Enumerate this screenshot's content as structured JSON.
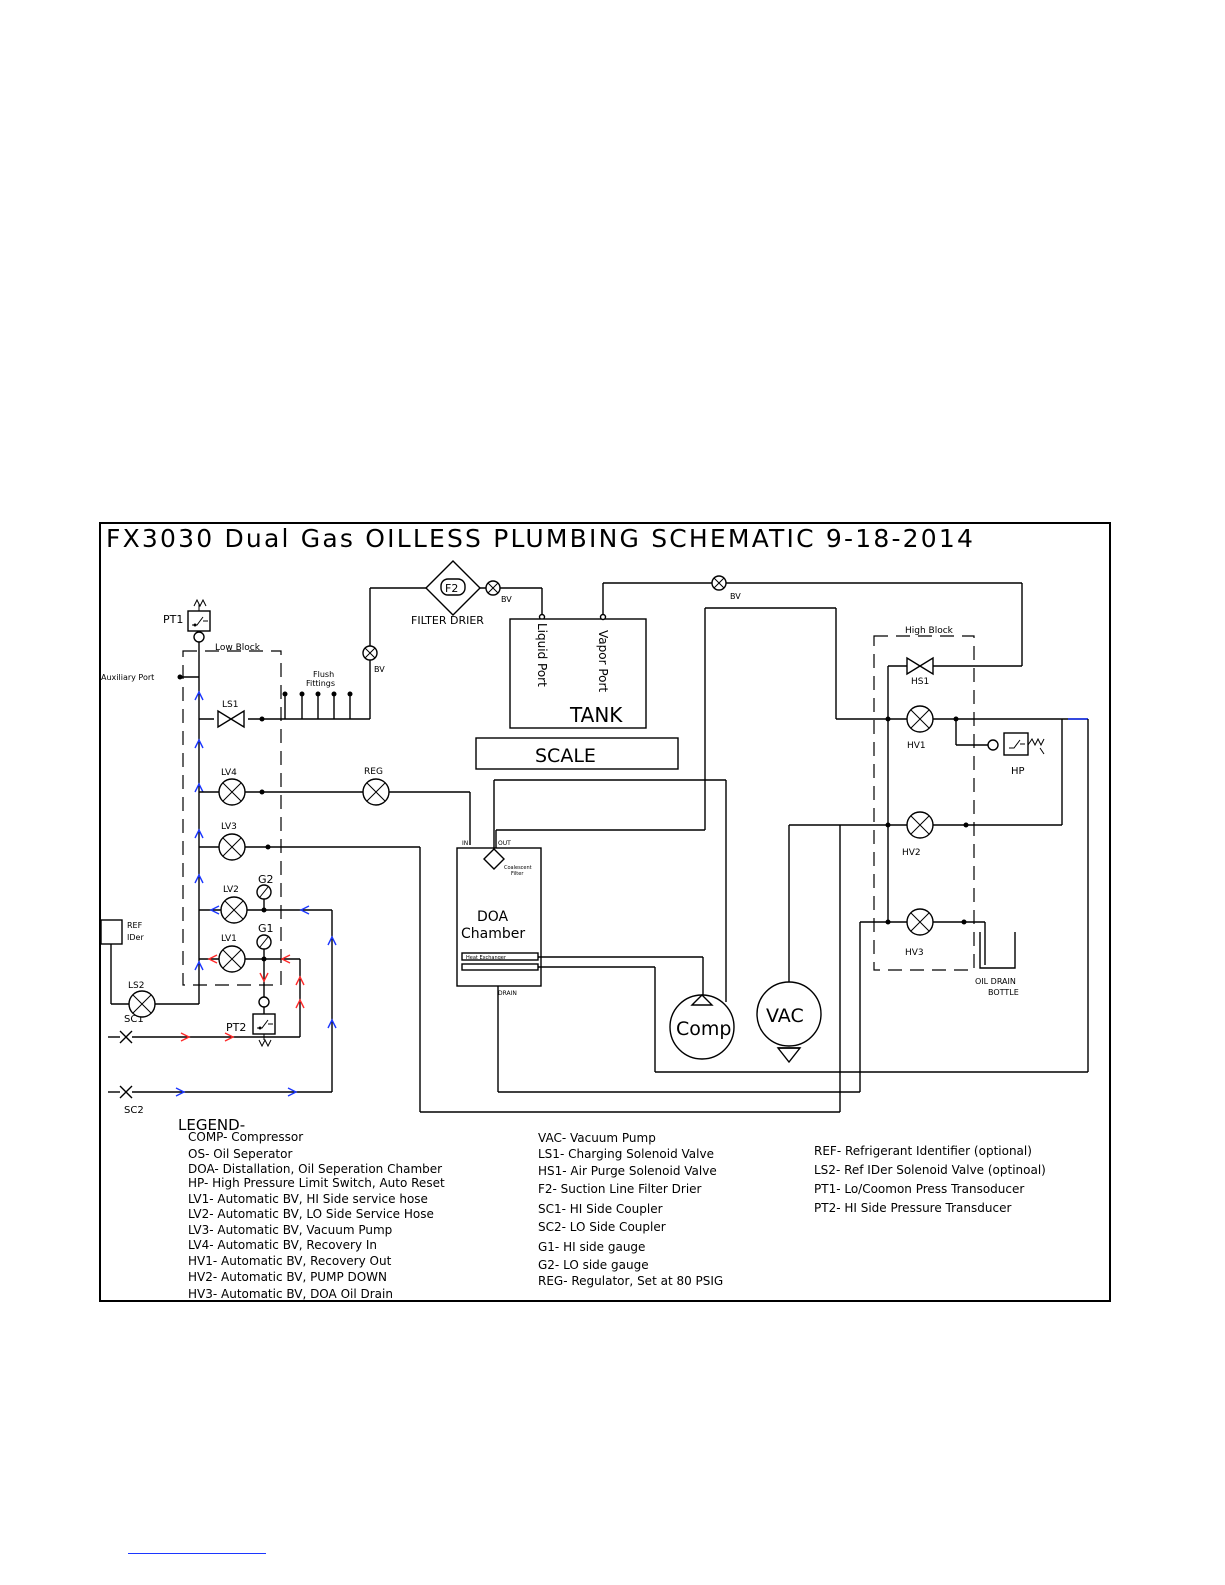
{
  "title": "FX3030 Dual Gas OILLESS PLUMBING SCHEMATIC 9-18-2014",
  "labels": {
    "pt1": "PT1",
    "pt2": "PT2",
    "low_block": "Low Block",
    "high_block": "High Block",
    "auxiliary_port": "Auxiliary Port",
    "flush": "Flush",
    "fittings": "Fittings",
    "bv": "BV",
    "f2": "F2",
    "filter_drier": "FILTER DRIER",
    "liquid_port": "Liquid Port",
    "vapor_port": "Vapor Port",
    "tank": "TANK",
    "scale": "SCALE",
    "ls1": "LS1",
    "ls2": "LS2",
    "lv1": "LV1",
    "lv2": "LV2",
    "lv3": "LV3",
    "lv4": "LV4",
    "reg": "REG",
    "g1": "G1",
    "g2": "G2",
    "ref": "REF",
    "ider": "IDer",
    "sc1": "SC1",
    "sc2": "SC2",
    "hs1": "HS1",
    "hv1": "HV1",
    "hv2": "HV2",
    "hv3": "HV3",
    "hp": "HP",
    "in": "IN",
    "out": "OUT",
    "coalescent": "Coalescent",
    "filter": "Filter",
    "doa": "DOA",
    "chamber": "Chamber",
    "heat_exchanger": "Heat Exchanger",
    "drain": "DRAIN",
    "comp": "Comp",
    "vac": "VAC",
    "oil_drain": "OIL DRAIN",
    "bottle": "BOTTLE"
  },
  "legend": {
    "heading": "LEGEND-",
    "col1": [
      "COMP- Compressor",
      "OS- Oil Seperator",
      "DOA-   Distallation, Oil Seperation Chamber",
      "HP- High Pressure Limit Switch, Auto Reset",
      "LV1-  Automatic BV, HI Side service hose",
      "LV2-  Automatic BV, LO Side Service Hose",
      "LV3-  Automatic BV, Vacuum Pump",
      "LV4-  Automatic BV, Recovery In",
      "HV1-  Automatic BV, Recovery Out",
      "HV2-  Automatic BV, PUMP DOWN",
      "HV3-  Automatic BV, DOA Oil Drain"
    ],
    "col2": [
      "VAC-  Vacuum Pump",
      "LS1-   Charging Solenoid Valve",
      "HS1-   Air Purge Solenoid Valve",
      "F2-  Suction Line Filter Drier",
      "SC1-   HI Side Coupler",
      "SC2-    LO Side Coupler",
      "G1-  HI side gauge",
      "G2-  LO side gauge",
      "REG-  Regulator, Set at 80 PSIG"
    ],
    "col3": [
      "REF-  Refrigerant Identifier (optional)",
      "LS2-  Ref IDer Solenoid Valve (optinoal)",
      "PT1-  Lo/Coomon Press Transoducer",
      "PT2-  HI Side Pressure Transducer"
    ]
  },
  "colors": {
    "line": "#000000",
    "flow_blue": "#1c37ff",
    "flow_red": "#ff2a2a"
  }
}
